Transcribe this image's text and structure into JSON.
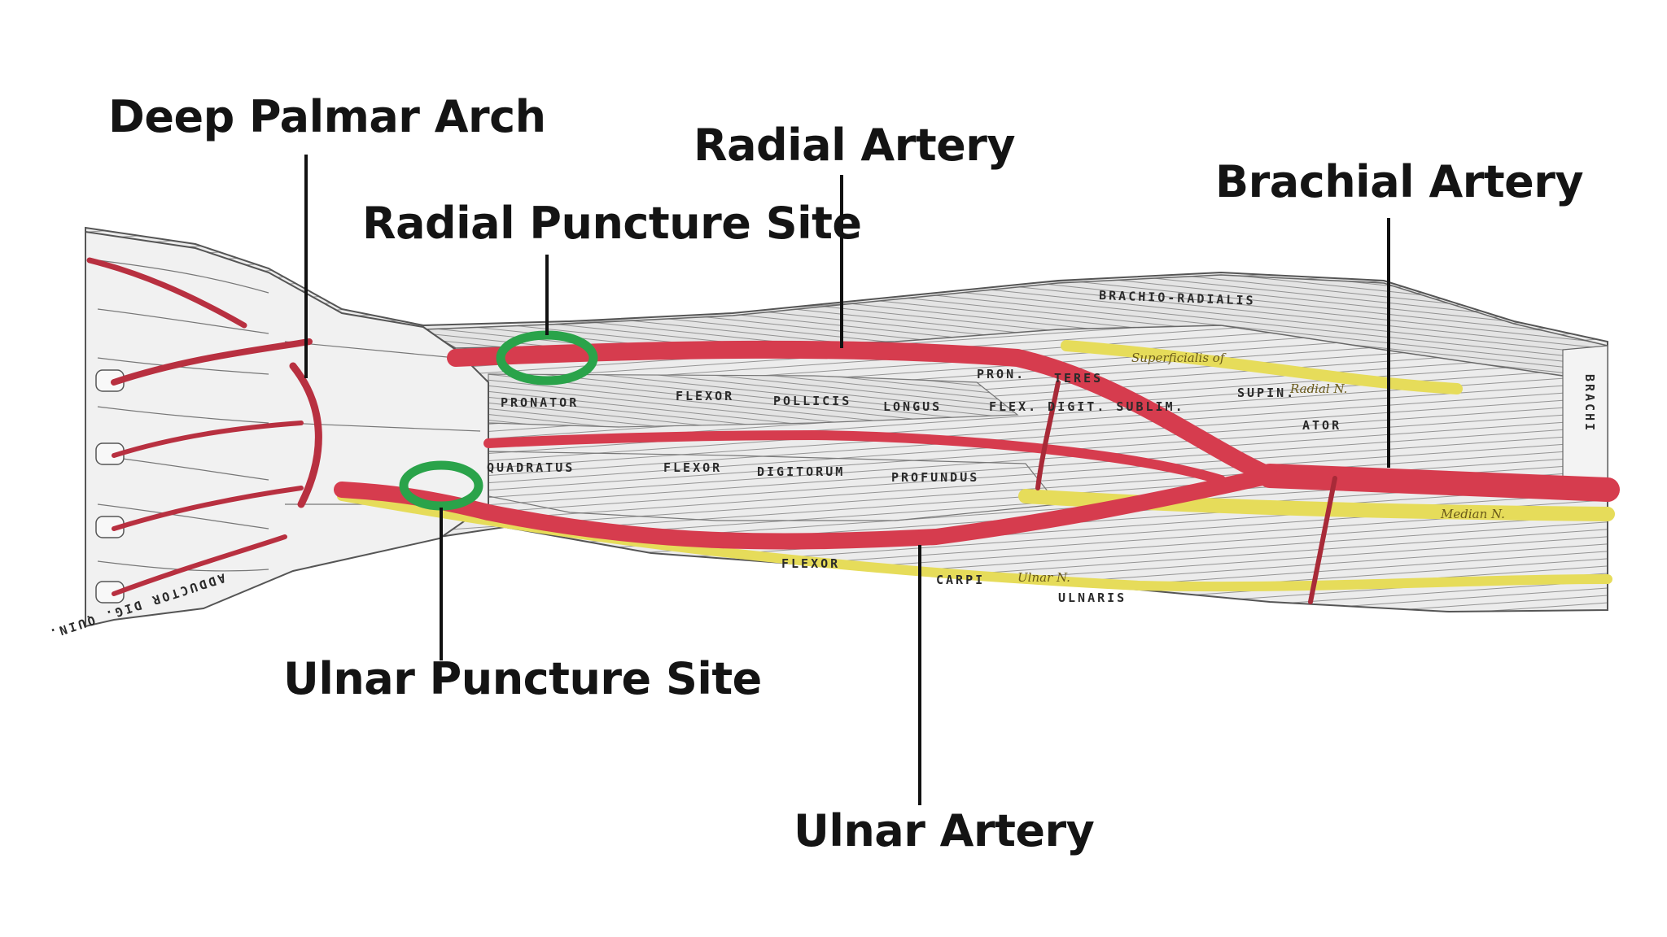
{
  "labels": {
    "deep_palmar_arch": "Deep Palmar Arch",
    "radial_puncture_site": "Radial Puncture Site",
    "radial_artery": "Radial Artery",
    "brachial_artery": "Brachial Artery",
    "ulnar_puncture_site": "Ulnar Puncture Site",
    "ulnar_artery": "Ulnar Artery"
  },
  "muscle_labels": {
    "brachioradialis": "BRACHIO-RADIALIS",
    "flexor": "FLEXOR",
    "pollicis": "POLLICIS",
    "longus": "LONGUS",
    "pronator": "PRONATOR",
    "quadratus": "QUADRATUS",
    "digitorum": "DIGITORUM",
    "profundus": "PROFUNDUS",
    "pron": "PRON.",
    "teres": "TERES",
    "flex_digit_sublim": "FLEX. DIGIT. SUBLIM.",
    "supin": "SUPIN.",
    "ator": "ATOR",
    "flexor_carpi": "FLEXOR",
    "carpi": "CARPI",
    "ulnaris": "ULNARIS",
    "brachi": "BRACHI",
    "adductor": "ADDUCTOR DIG. QUIN."
  },
  "nerve_labels": {
    "superficialis": "Superficialis of",
    "radial_n": "Radial N.",
    "median_n": "Median N.",
    "ulnar_n": "Ulnar N."
  },
  "colors": {
    "artery": "#d63c4e",
    "artery_dark": "#8a1e2a",
    "nerve": "#e6dc5a",
    "tissue": "#e9e9e9",
    "tissue_line": "#6e6e6e",
    "puncture_ring": "#2aa34a",
    "leader_line": "#111111"
  }
}
